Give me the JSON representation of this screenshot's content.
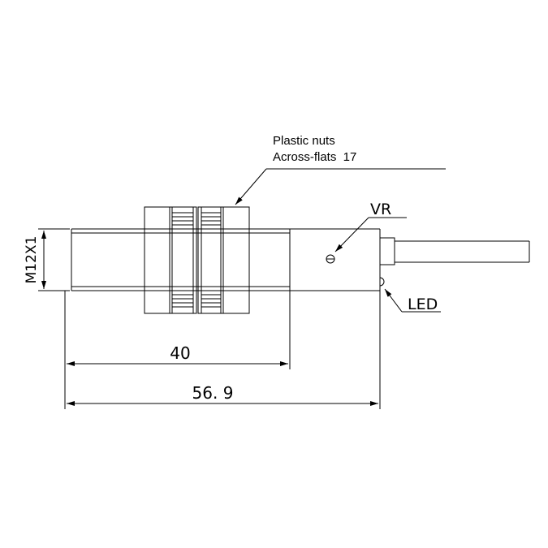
{
  "labels": {
    "nuts_line1": "Plastic nuts",
    "nuts_line2": "Across-flats  17",
    "vr": "VR",
    "led": "LED",
    "thread": "M12X1"
  },
  "dimensions": {
    "thread_length": "40",
    "total_length": "56. 9"
  }
}
